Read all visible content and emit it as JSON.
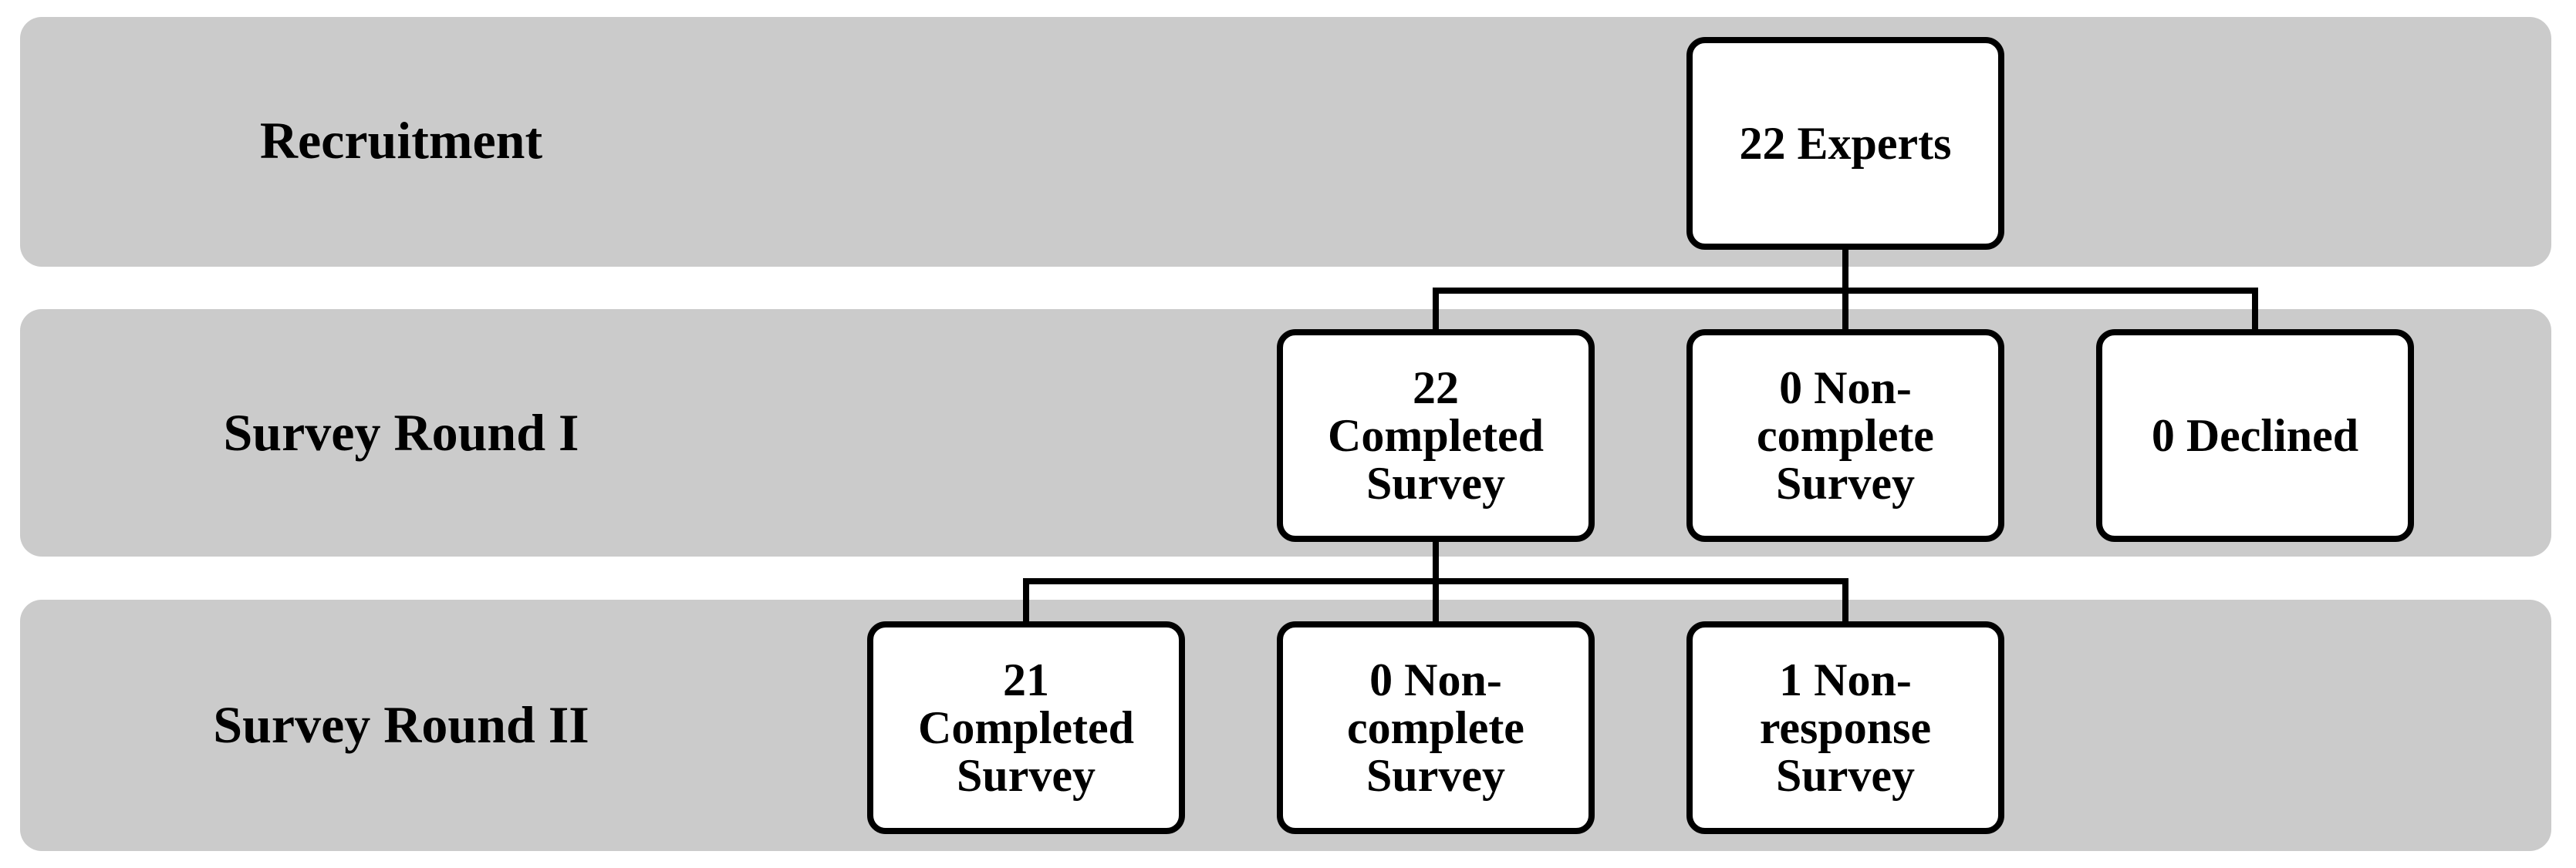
{
  "rows": {
    "recruitment": "Recruitment",
    "round1": "Survey Round I",
    "round2": "Survey Round II"
  },
  "nodes": {
    "experts": "22 Experts",
    "r1_completed": "22\nCompleted\nSurvey",
    "r1_noncomplete": "0 Non-\ncomplete\nSurvey",
    "r1_declined": "0 Declined",
    "r2_completed": "21\nCompleted\nSurvey",
    "r2_noncomplete": "0 Non-\ncomplete\nSurvey",
    "r2_nonresponse": "1 Non-\nresponse\nSurvey"
  },
  "colors": {
    "band": "#cbcbcb",
    "box_fill": "#ffffff",
    "line": "#000000"
  }
}
